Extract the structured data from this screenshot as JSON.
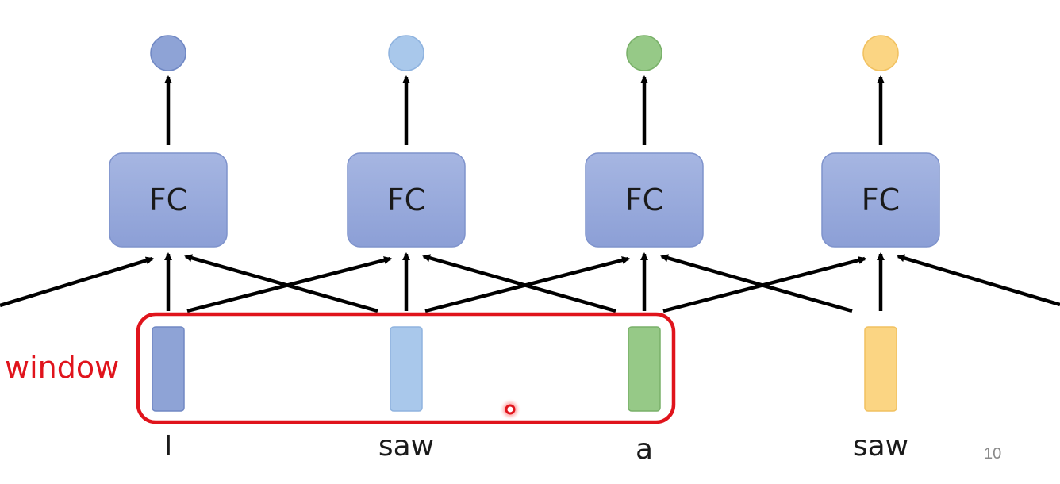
{
  "columns": [
    {
      "fc_label": "FC",
      "word": "I",
      "color": "#8ea3d6",
      "stroke": "#7088c4"
    },
    {
      "fc_label": "FC",
      "word": "saw",
      "color": "#a9c8eb",
      "stroke": "#8fb3df"
    },
    {
      "fc_label": "FC",
      "word": "a",
      "color": "#96c987",
      "stroke": "#79b069"
    },
    {
      "fc_label": "FC",
      "word": "saw",
      "color": "#fbd583",
      "stroke": "#f1c160"
    }
  ],
  "fc_color": "#98aadc",
  "window": {
    "label": "window",
    "color": "#e0141c"
  },
  "page_number": "10",
  "pointer_color": "#e0141c"
}
